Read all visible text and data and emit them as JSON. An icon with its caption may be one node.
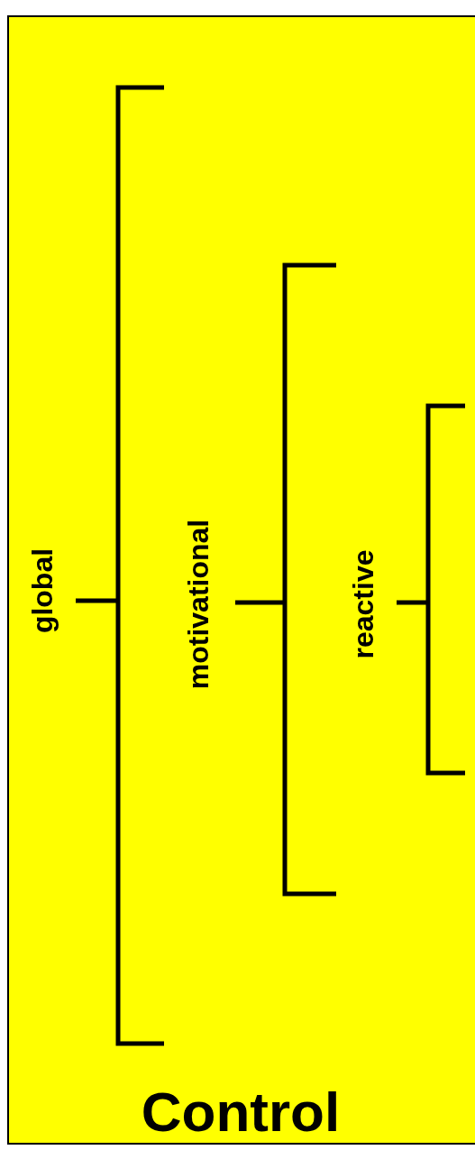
{
  "diagram": {
    "title": "Control",
    "labels": [
      "global",
      "motivational",
      "reactive"
    ]
  }
}
